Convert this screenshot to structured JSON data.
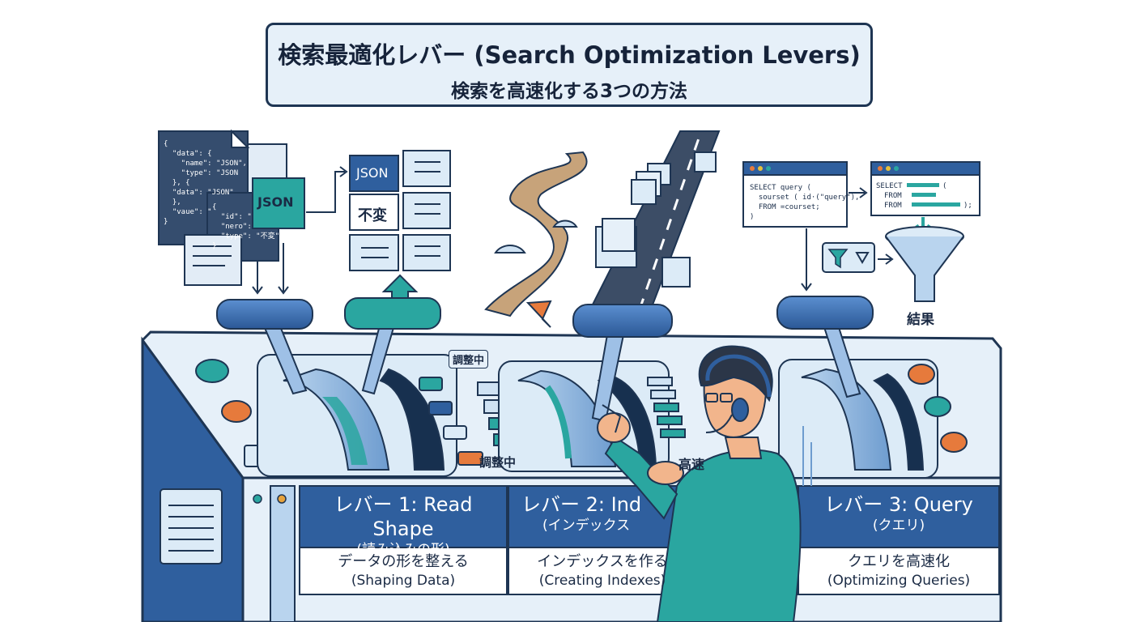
{
  "title": {
    "main": "検索最適化レバー (Search Optimization Levers)",
    "sub": "検索を高速化する3つの方法"
  },
  "left_panel": {
    "json_doc_1": "{\n  \"data\": {\n    \"name\": \"JSON\",\n    \"type\": \"JSON\n  }, {\n  \"data\": \"JSON\"\n  },\n  \"vaue\": \"\n}",
    "json_doc_2": "{\n  \"id\": \"\n  \"nero\":\n  \"type\": \"不変\"\n}",
    "json_badge": "JSON",
    "grid_json_label": "JSON",
    "grid_fixed_label": "不変"
  },
  "right_panel": {
    "query_window_1": "SELECT query (\n  sourset ( id·(\"query\"),\n  FROM =courset;\n)",
    "query_window_2_lines": [
      "SELECT",
      "FROM",
      "FROM"
    ],
    "query_window_2_suffix": [
      "(",
      "",
      ");"
    ],
    "result_label": "結果"
  },
  "console": {
    "adjusting_tag": "調整中",
    "adjusting_label": "調整中",
    "fast_label": "高速",
    "accent_color": "#2aa6a0",
    "panel_blue": "#2f5f9e",
    "orange": "#e67a3c"
  },
  "levers": [
    {
      "title": "レバー 1: Read Shape",
      "subtitle": "(読み込みの形)",
      "desc": "データの形を整える",
      "desc_en": "(Shaping Data)"
    },
    {
      "title": "レバー 2: Ind",
      "subtitle": "(インデックス",
      "desc": "インデックスを作る",
      "desc_en": "(Creating Indexes)"
    },
    {
      "title": "レバー 3: Query",
      "subtitle": "(クエリ)",
      "desc": "クエリを高速化",
      "desc_en": "(Optimizing Queries)"
    }
  ]
}
